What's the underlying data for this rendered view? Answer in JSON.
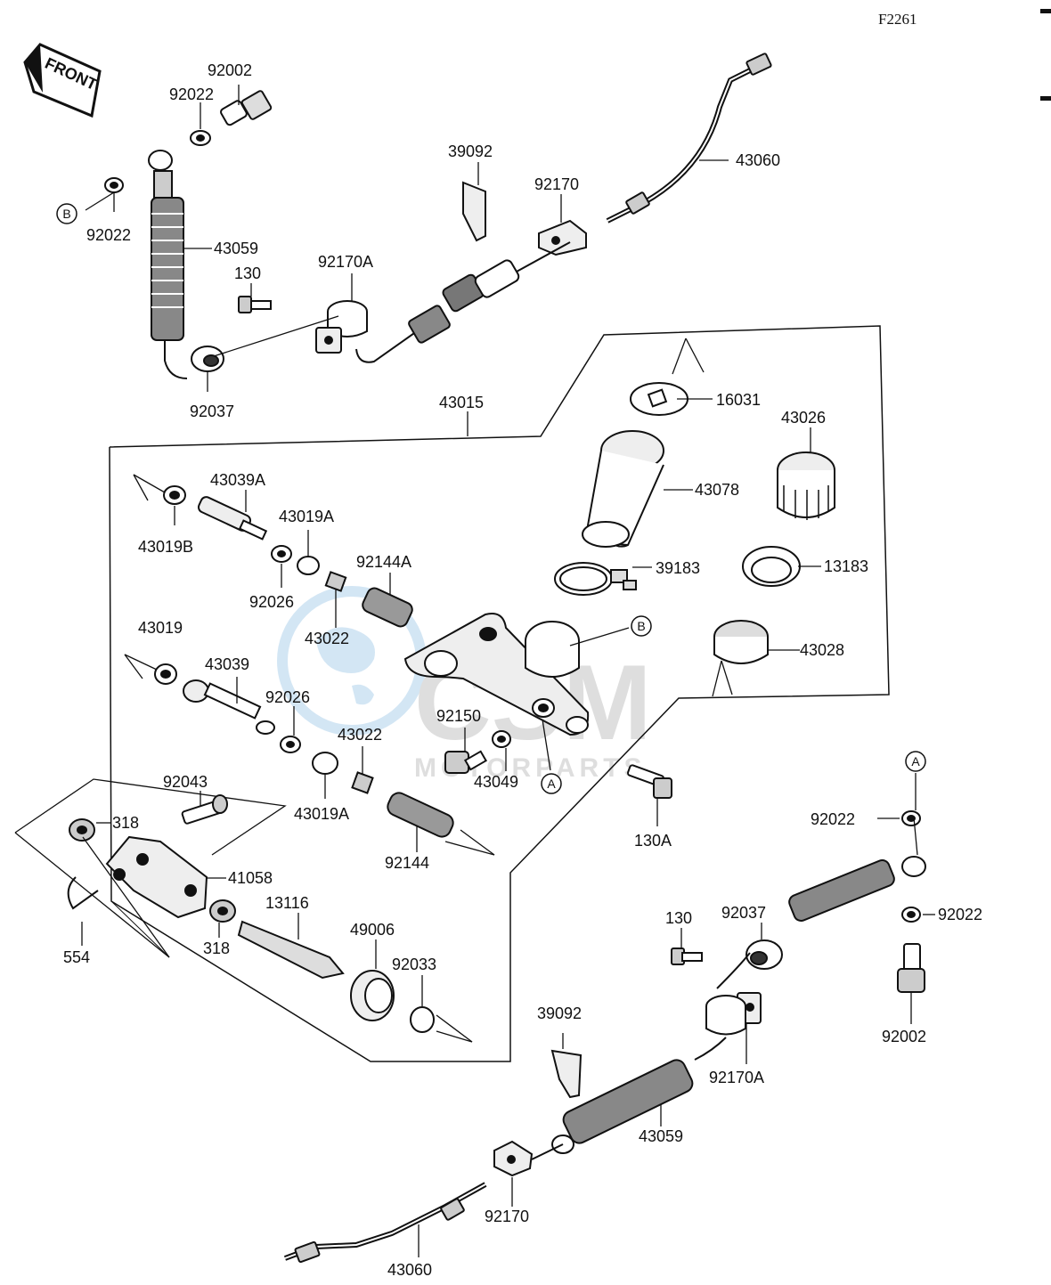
{
  "diagram": {
    "reference_code": "F2261",
    "front_arrow_label": "FRONT",
    "watermark": {
      "main": "CSM",
      "sub": "MOTORPARTS"
    },
    "callouts": {
      "A": "A",
      "B": "B"
    },
    "labels": {
      "p92002_top": "92002",
      "p92022_top": "92022",
      "p92022_left": "92022",
      "p43059_top": "43059",
      "p130_top": "130",
      "p92170A_top": "92170A",
      "p92037_top": "92037",
      "p39092_top": "39092",
      "p92170_top": "92170",
      "p43060_top": "43060",
      "p16031": "16031",
      "p43026": "43026",
      "p43015": "43015",
      "p43078": "43078",
      "p43039A": "43039A",
      "p43019A_upper": "43019A",
      "p43019B": "43019B",
      "p92144A": "92144A",
      "p39183": "39183",
      "p13183": "13183",
      "p92026_upper": "92026",
      "p43022_upper": "43022",
      "p43019": "43019",
      "p43039": "43039",
      "p43028": "43028",
      "p92026_lower": "92026",
      "p92150": "92150",
      "p43022_lower": "43022",
      "p43049": "43049",
      "p92043": "92043",
      "p318_upper": "318",
      "p43019A_lower": "43019A",
      "p92144": "92144",
      "p130A": "130A",
      "p92022_right_upper": "92022",
      "p41058": "41058",
      "p13116": "13116",
      "p49006": "49006",
      "p554": "554",
      "p318_lower": "318",
      "p92033": "92033",
      "p130_bottom": "130",
      "p92037_bottom": "92037",
      "p92022_right_lower": "92022",
      "p39092_bottom": "39092",
      "p92002_bottom": "92002",
      "p92170A_bottom": "92170A",
      "p43059_bottom": "43059",
      "p92170_bottom": "92170",
      "p43060_bottom": "43060"
    }
  }
}
